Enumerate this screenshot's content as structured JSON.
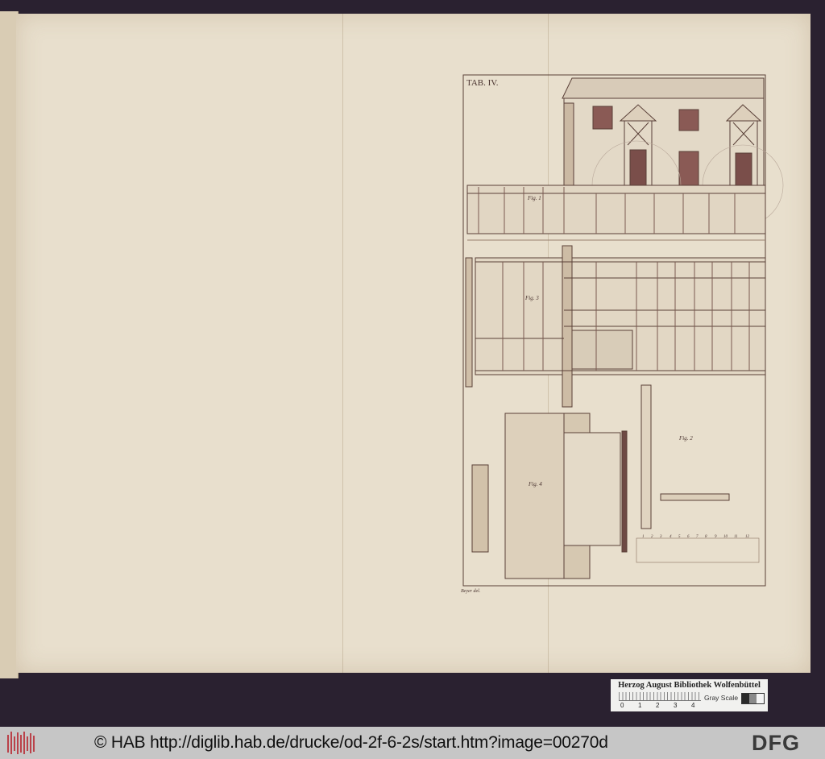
{
  "plate": {
    "title": "TAB. IV.",
    "figures": [
      "Fig. 1",
      "Fig. 2",
      "Fig. 3",
      "Fig. 4"
    ],
    "signature": "Beyer del.",
    "scale_numbers": [
      "1",
      "2",
      "3",
      "4",
      "5",
      "6",
      "7",
      "8",
      "9",
      "10",
      "11",
      "12"
    ]
  },
  "color_card": {
    "institution": "Herzog August Bibliothek Wolfenbüttel",
    "ruler_ticks": [
      "0",
      "1",
      "2",
      "3",
      "4"
    ],
    "gray_scale_label": "Gray Scale",
    "swatches": [
      "#2a2a2a",
      "#8a8a8a",
      "#f4f4f4"
    ]
  },
  "footer": {
    "copyright": "© HAB http://diglib.hab.de/drucke/od-2f-6-2s/start.htm?image=00270d",
    "logo_left": "HAB-logo",
    "logo_right": "DFG"
  },
  "colors": {
    "background": "#2a2130",
    "paper": "#e8dfcd",
    "ink": "#6b5048",
    "footer": "#c6c6c6",
    "hab_red": "#b8202a"
  }
}
